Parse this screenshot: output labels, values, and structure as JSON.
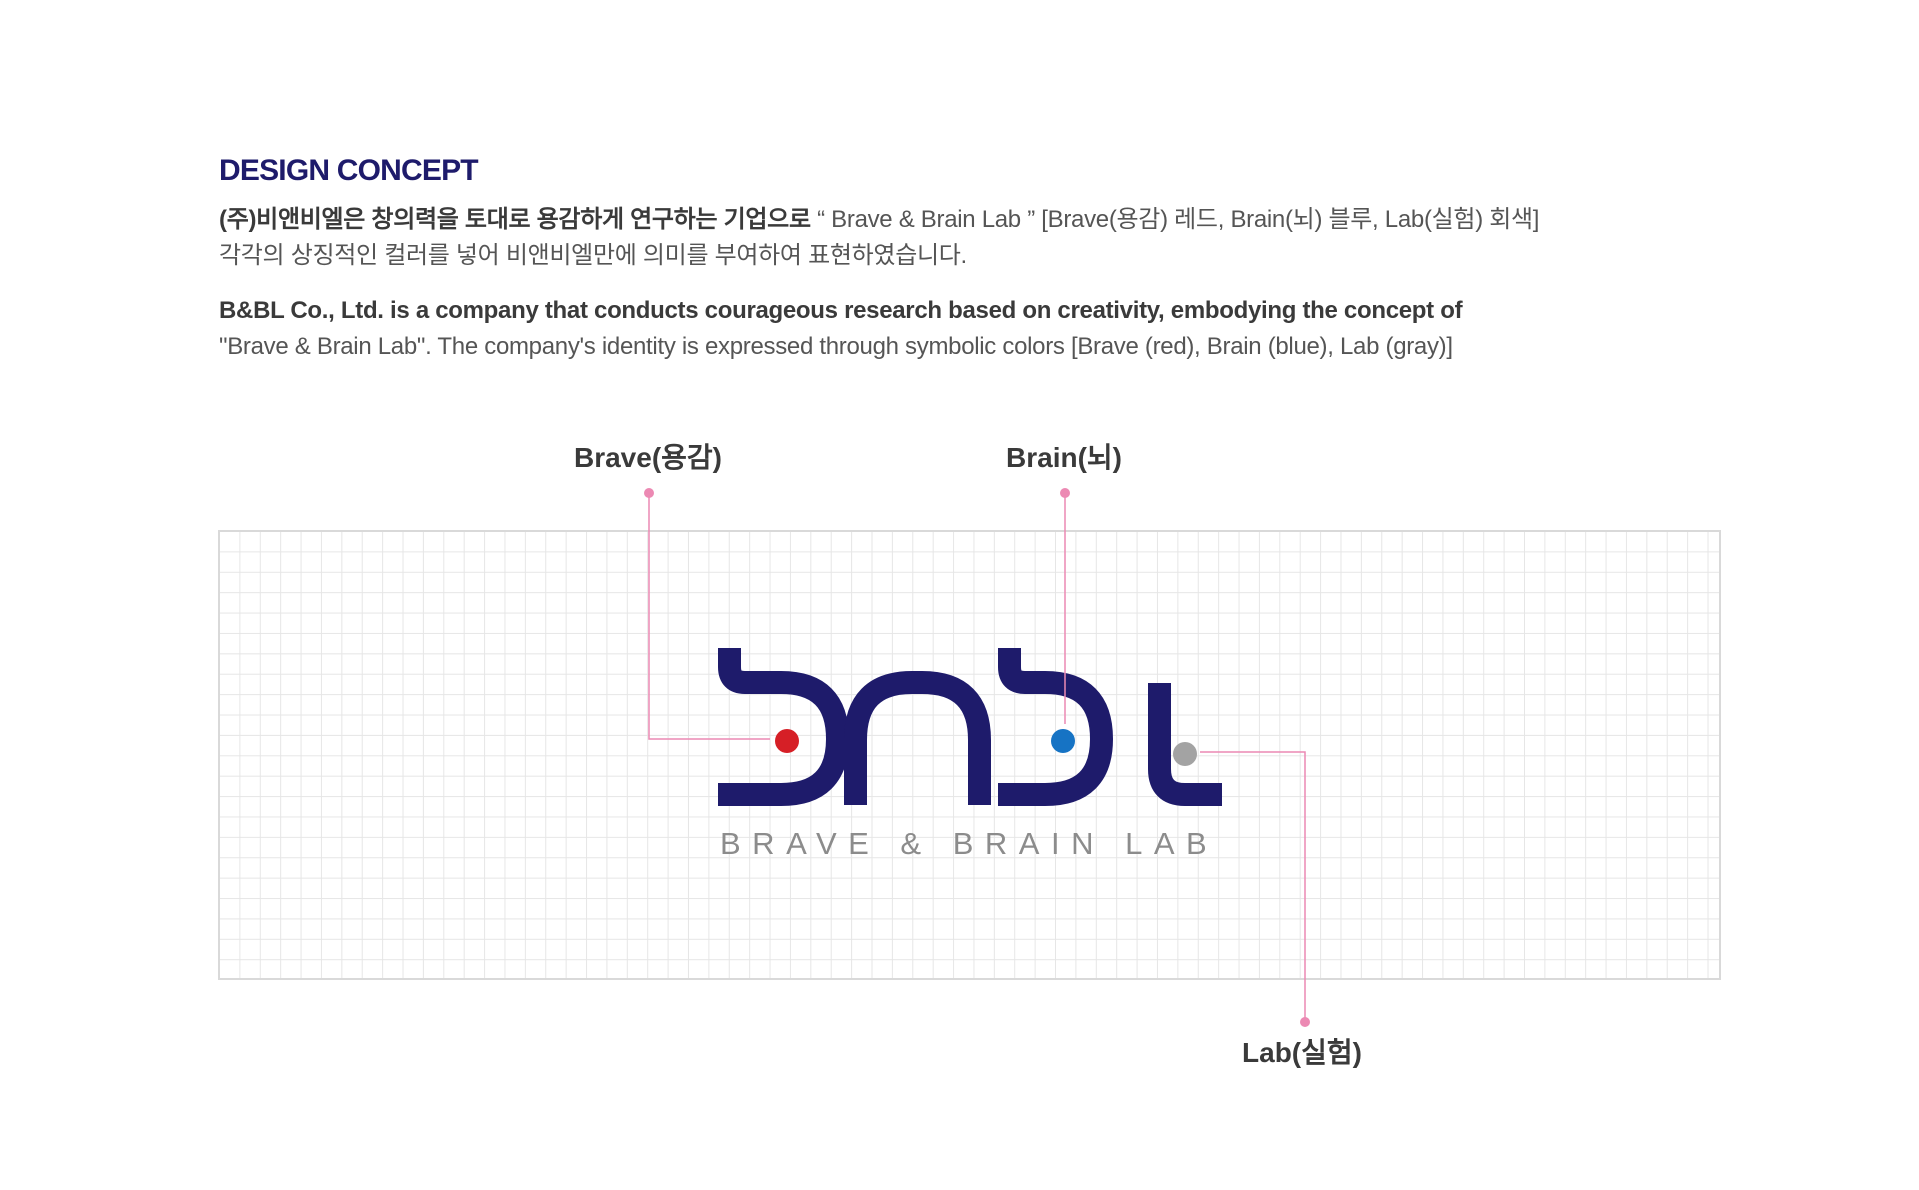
{
  "section": {
    "title": "DESIGN CONCEPT"
  },
  "description_ko": {
    "bold": "(주)비앤비엘은 창의력을 토대로 용감하게 연구하는 기업으로",
    "rest": " “ Brave & Brain Lab ” [Brave(용감) 레드, Brain(뇌) 블루, Lab(실험) 회색]",
    "line2": "각각의 상징적인 컬러를 넣어 비앤비엘만에 의미를 부여하여 표현하였습니다."
  },
  "description_en": {
    "line1": "B&BL Co., Ltd. is a company that conducts courageous research based on creativity, embodying the concept of",
    "line2": "\"Brave & Brain Lab\". The company's identity is expressed through symbolic colors [Brave (red), Brain (blue), Lab (gray)]"
  },
  "callouts": {
    "brave": "Brave(용감)",
    "brain": "Brain(뇌)",
    "lab": "Lab(실험)"
  },
  "logo": {
    "tagline": "BRAVE & BRAIN LAB"
  },
  "colors": {
    "navy": "#1e1b6b",
    "brave_red": "#d61f26",
    "brain_blue": "#1673c4",
    "lab_gray": "#a3a3a3",
    "leader_pink": "#ec89b3",
    "grid_line": "#e6e6e6",
    "tagline_gray": "#8c8c8c"
  }
}
